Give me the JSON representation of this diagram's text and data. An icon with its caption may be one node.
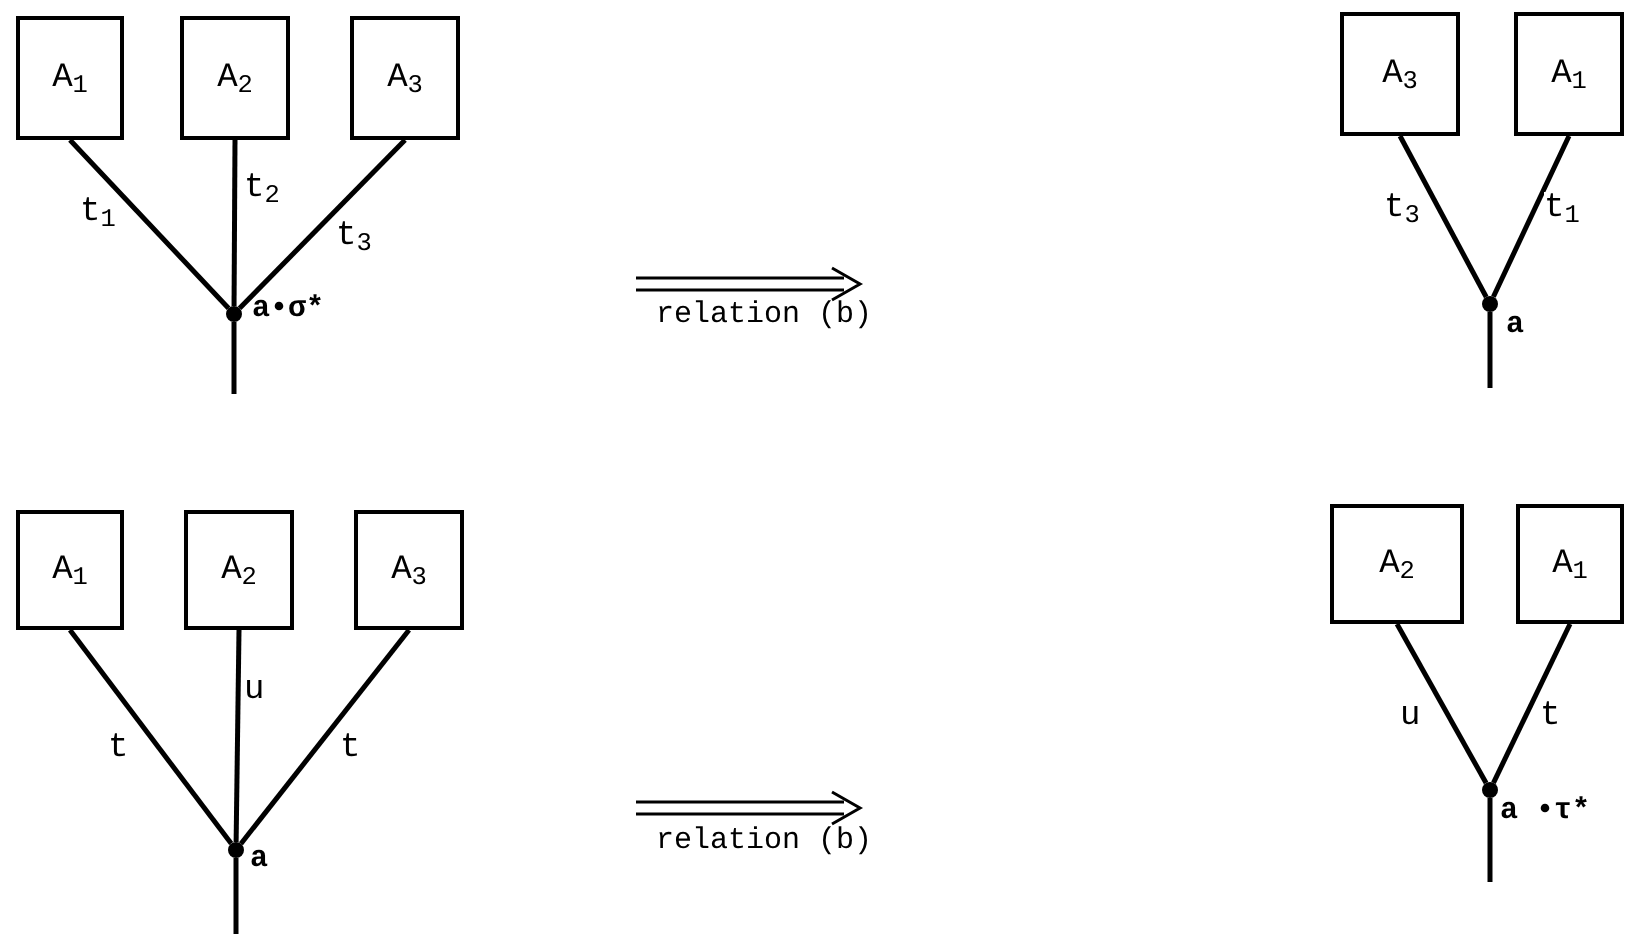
{
  "diagram": {
    "nodes": [
      {
        "text": [
          "A$_{1}$"
        ]
      },
      {
        "text": [
          "A$_{2}$"
        ]
      },
      {
        "text": [
          "A$_{3}$"
        ]
      },
      {
        "text": [],
        "shape": "circle",
        "beside": [
          "a•σ*"
        ]
      },
      {
        "text": [
          "A$_{3}$"
        ]
      },
      {
        "text": [
          "A$_{1}$"
        ]
      },
      {
        "text": [],
        "shape": "circle",
        "beside": [
          "a"
        ]
      },
      {
        "text": [
          "A$_{1}$"
        ]
      },
      {
        "text": [
          "A$_{2}$"
        ]
      },
      {
        "text": [
          "A$_{3}$"
        ]
      },
      {
        "text": [],
        "shape": "circle",
        "beside": [
          "a"
        ]
      },
      {
        "text": [
          "A$_{2}$"
        ]
      },
      {
        "text": [
          "A$_{1}$"
        ]
      },
      {
        "text": [],
        "shape": "circle",
        "beside": [
          "a •τ*"
        ]
      }
    ],
    "edges": [
      {
        "from": 0,
        "to": 3,
        "arrow": "none",
        "label": "t$_{1}$"
      },
      {
        "from": 1,
        "to": 3,
        "arrow": "none",
        "label": "t$_{2}$"
      },
      {
        "from": 2,
        "to": 3,
        "arrow": "none",
        "label": "t$_{3}$"
      },
      {
        "from": 3,
        "to": null,
        "arrow": "none"
      },
      {
        "from": 4,
        "to": 6,
        "arrow": "none",
        "label": "t$_{3}$"
      },
      {
        "from": 5,
        "to": 6,
        "arrow": "none",
        "label": "t$_{1}$"
      },
      {
        "from": 6,
        "to": null,
        "arrow": "none"
      },
      {
        "from": 7,
        "to": 10,
        "arrow": "none",
        "label": "t"
      },
      {
        "from": 8,
        "to": 10,
        "arrow": "none",
        "label": "u"
      },
      {
        "from": 9,
        "to": 10,
        "arrow": "none",
        "label": "t"
      },
      {
        "from": 10,
        "to": null,
        "arrow": "none"
      },
      {
        "from": 11,
        "to": 13,
        "arrow": "none",
        "label": "u"
      },
      {
        "from": 12,
        "to": 13,
        "arrow": "none",
        "label": "t"
      },
      {
        "from": 13,
        "to": null,
        "arrow": "none"
      }
    ],
    "labels": [
      "relation (b)",
      "relation (b)"
    ]
  }
}
